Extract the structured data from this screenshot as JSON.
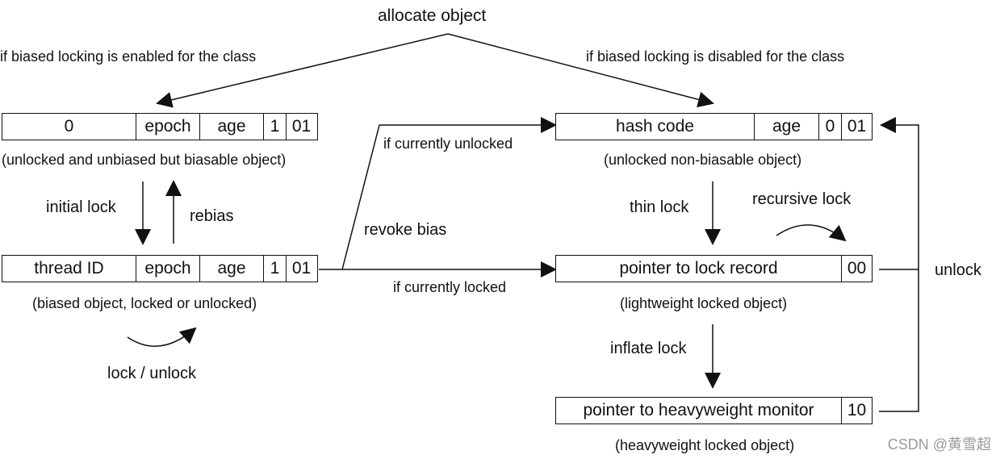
{
  "top": {
    "allocate": "allocate object",
    "enabled": "if biased locking is enabled for the class",
    "disabled": "if biased locking is disabled for the class"
  },
  "biasable": {
    "cells": [
      "0",
      "epoch",
      "age",
      "1",
      "01"
    ],
    "caption": "(unlocked and unbiased but biasable object)"
  },
  "biased": {
    "cells": [
      "thread ID",
      "epoch",
      "age",
      "1",
      "01"
    ],
    "caption": "(biased object, locked or unlocked)"
  },
  "left_labels": {
    "initial_lock": "initial lock",
    "rebias": "rebias",
    "lock_unlock": "lock / unlock"
  },
  "middle_labels": {
    "if_unlocked": "if currently unlocked",
    "revoke": "revoke bias",
    "if_locked": "if currently locked"
  },
  "unbiasable": {
    "cells": [
      "hash code",
      "age",
      "0",
      "01"
    ],
    "caption": "(unlocked non-biasable object)"
  },
  "lightweight": {
    "cells": [
      "pointer to lock record",
      "00"
    ],
    "caption": "(lightweight locked object)"
  },
  "heavyweight": {
    "cells": [
      "pointer to heavyweight monitor",
      "10"
    ],
    "caption": "(heavyweight locked object)"
  },
  "right_labels": {
    "thin_lock": "thin lock",
    "recursive": "recursive lock",
    "inflate": "inflate lock",
    "unlock": "unlock"
  },
  "watermark": "CSDN @黄雪超"
}
